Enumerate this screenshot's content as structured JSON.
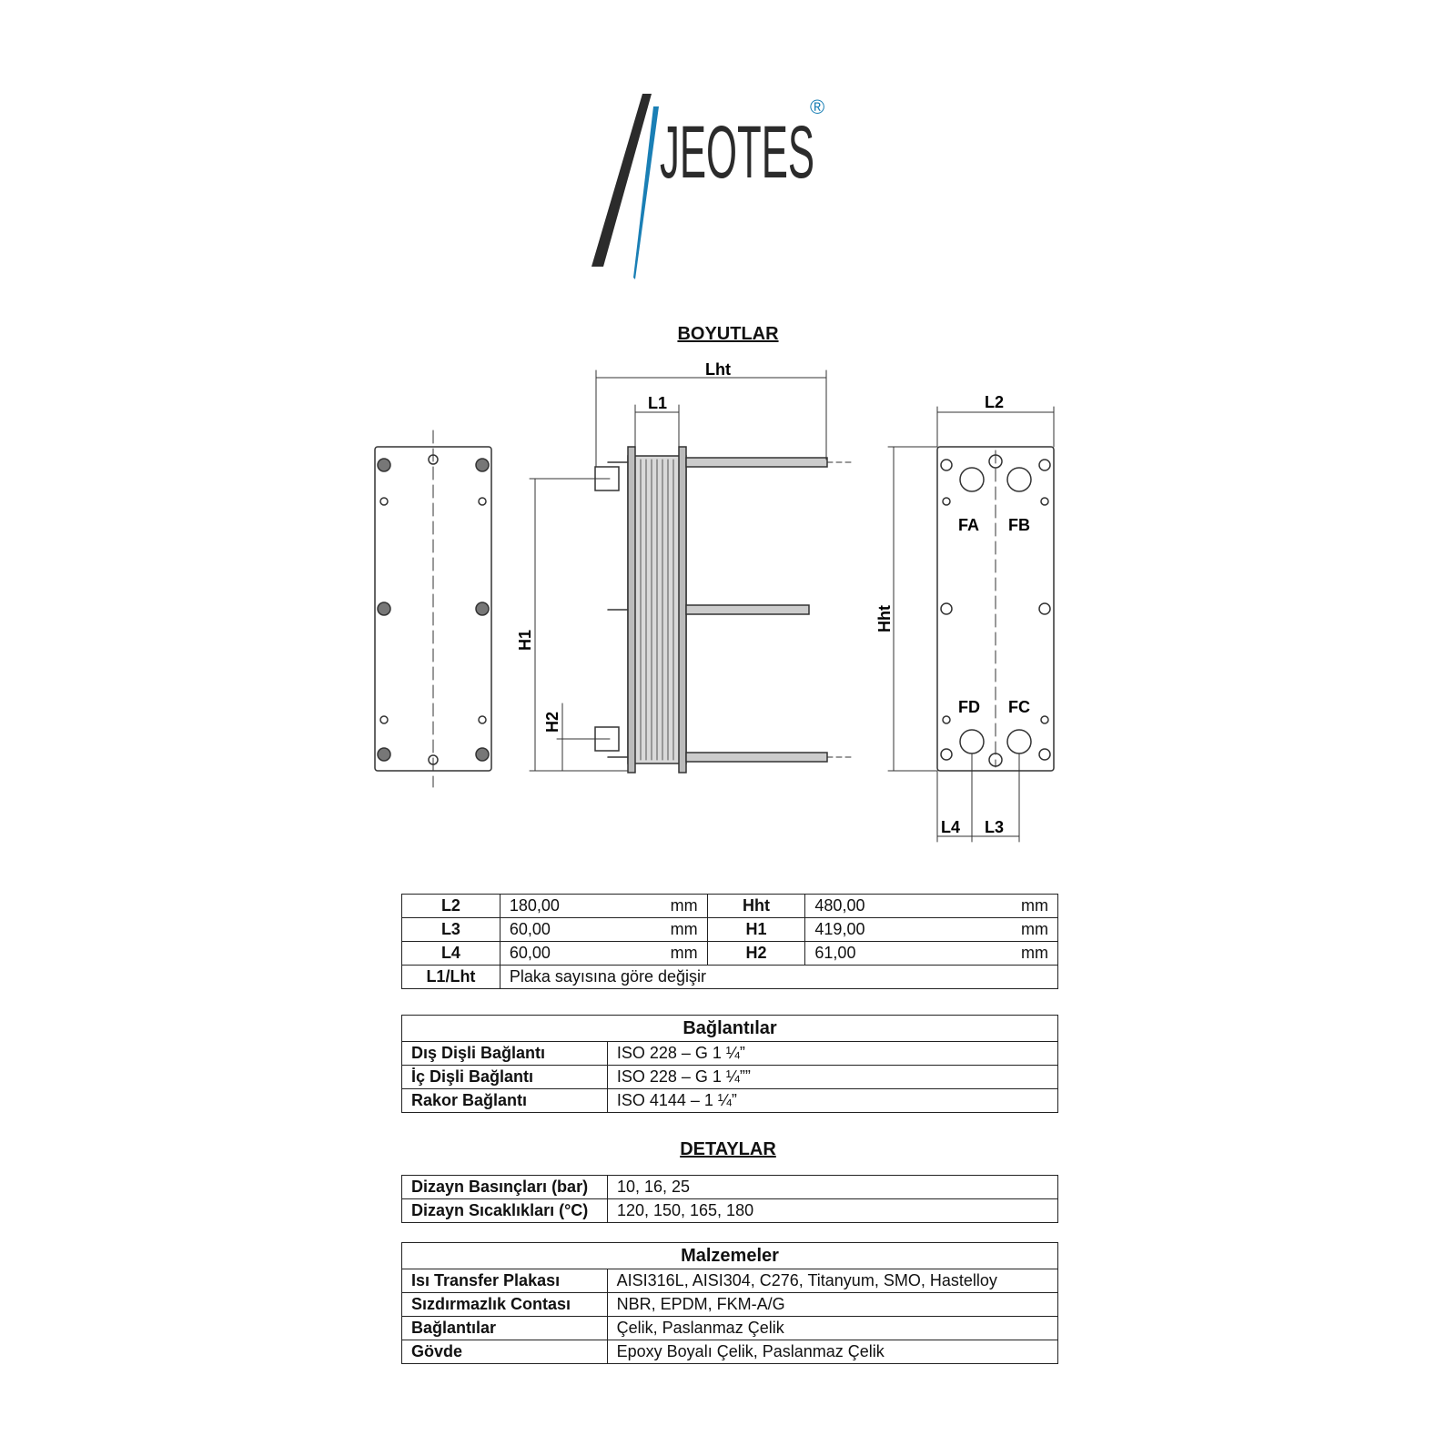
{
  "brand": {
    "name": "JEOTES",
    "registered": "®",
    "colors": {
      "dark": "#2b2b2b",
      "blue": "#1a7fb5"
    }
  },
  "sections": {
    "dimensions_title": "BOYUTLAR",
    "details_title": "DETAYLAR"
  },
  "drawing": {
    "labels": {
      "lht": "Lht",
      "l1": "L1",
      "l2": "L2",
      "l3": "L3",
      "l4": "L4",
      "h1": "H1",
      "h2": "H2",
      "hht": "Hht",
      "fa": "FA",
      "fb": "FB",
      "fc": "FC",
      "fd": "FD"
    }
  },
  "dimensions_table": {
    "rows": [
      {
        "k1": "L2",
        "v1": "180,00",
        "u1": "mm",
        "k2": "Hht",
        "v2": "480,00",
        "u2": "mm"
      },
      {
        "k1": "L3",
        "v1": "60,00",
        "u1": "mm",
        "k2": "H1",
        "v2": "419,00",
        "u2": "mm"
      },
      {
        "k1": "L4",
        "v1": "60,00",
        "u1": "mm",
        "k2": "H2",
        "v2": "61,00",
        "u2": "mm"
      }
    ],
    "note_key": "L1/Lht",
    "note_value": "Plaka sayısına göre değişir"
  },
  "connections": {
    "title": "Bağlantılar",
    "rows": [
      {
        "label": "Dış Dişli Bağlantı",
        "value": "ISO 228 – G 1 ¼”"
      },
      {
        "label": "İç Dişli Bağlantı",
        "value": "ISO 228 – G 1 ¼””"
      },
      {
        "label": "Rakor Bağlantı",
        "value": "ISO 4144 – 1 ¼”"
      }
    ]
  },
  "details": {
    "rows": [
      {
        "label": "Dizayn Basınçları (bar)",
        "value": "10, 16, 25"
      },
      {
        "label": "Dizayn Sıcaklıkları (°C)",
        "value": "120, 150, 165, 180"
      }
    ]
  },
  "materials": {
    "title": "Malzemeler",
    "rows": [
      {
        "label": "Isı Transfer Plakası",
        "value": "AISI316L, AISI304, C276, Titanyum, SMO, Hastelloy"
      },
      {
        "label": "Sızdırmazlık Contası",
        "value": "NBR, EPDM, FKM-A/G"
      },
      {
        "label": "Bağlantılar",
        "value": "Çelik, Paslanmaz Çelik"
      },
      {
        "label": "Gövde",
        "value": "Epoxy Boyalı Çelik, Paslanmaz Çelik"
      }
    ]
  }
}
